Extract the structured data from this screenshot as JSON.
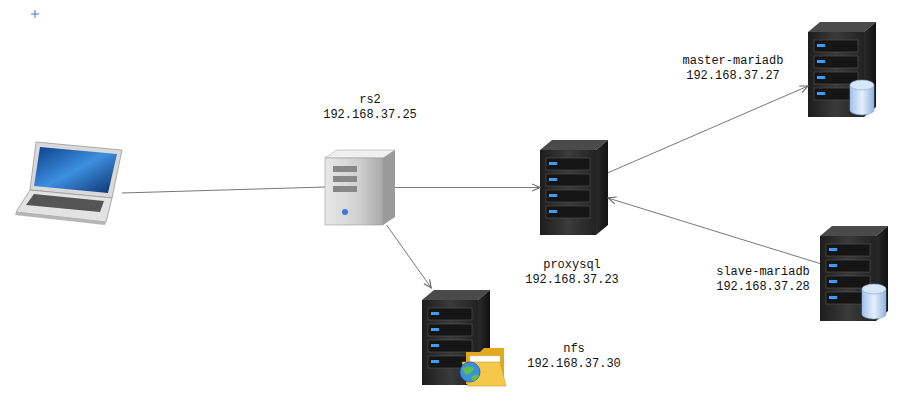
{
  "diagram": {
    "nodes": [
      {
        "text": [
          "rs2",
          "192.168.37.25"
        ]
      },
      {
        "text": [
          "proxysql",
          "192.168.37.23"
        ]
      },
      {
        "text": [
          "master-mariadb",
          "192.168.37.27"
        ]
      },
      {
        "text": [
          "slave-mariadb",
          "192.168.37.28"
        ]
      },
      {
        "text": [
          "nfs",
          "192.168.37.30"
        ]
      }
    ],
    "edges": [
      {
        "from": 0,
        "to": 1,
        "arrow": "to"
      },
      {
        "from": 1,
        "to": 2,
        "arrow": "to"
      },
      {
        "from": 3,
        "to": 1,
        "arrow": "to"
      },
      {
        "from": 0,
        "to": 4,
        "arrow": "to"
      }
    ]
  }
}
